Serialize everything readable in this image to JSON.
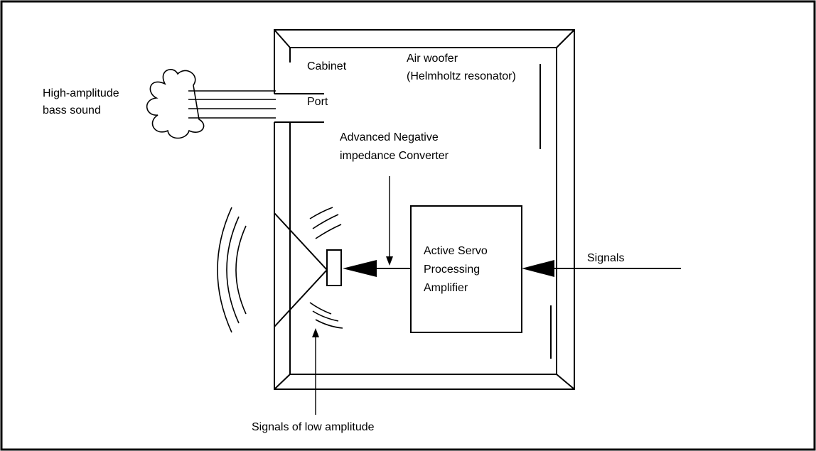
{
  "labels": {
    "high_amplitude": [
      "High-amplitude",
      "bass sound"
    ],
    "cabinet": "Cabinet",
    "port": "Port",
    "air_woofer": [
      "Air woofer",
      "(Helmholtz resonator)"
    ],
    "anc": [
      "Advanced Negative",
      "impedance Converter"
    ],
    "amplifier": [
      "Active Servo",
      "Processing",
      "Amplifier"
    ],
    "signals": "Signals",
    "low_amplitude": "Signals of low amplitude"
  },
  "colors": {
    "line": "#000000",
    "background": "#ffffff"
  }
}
